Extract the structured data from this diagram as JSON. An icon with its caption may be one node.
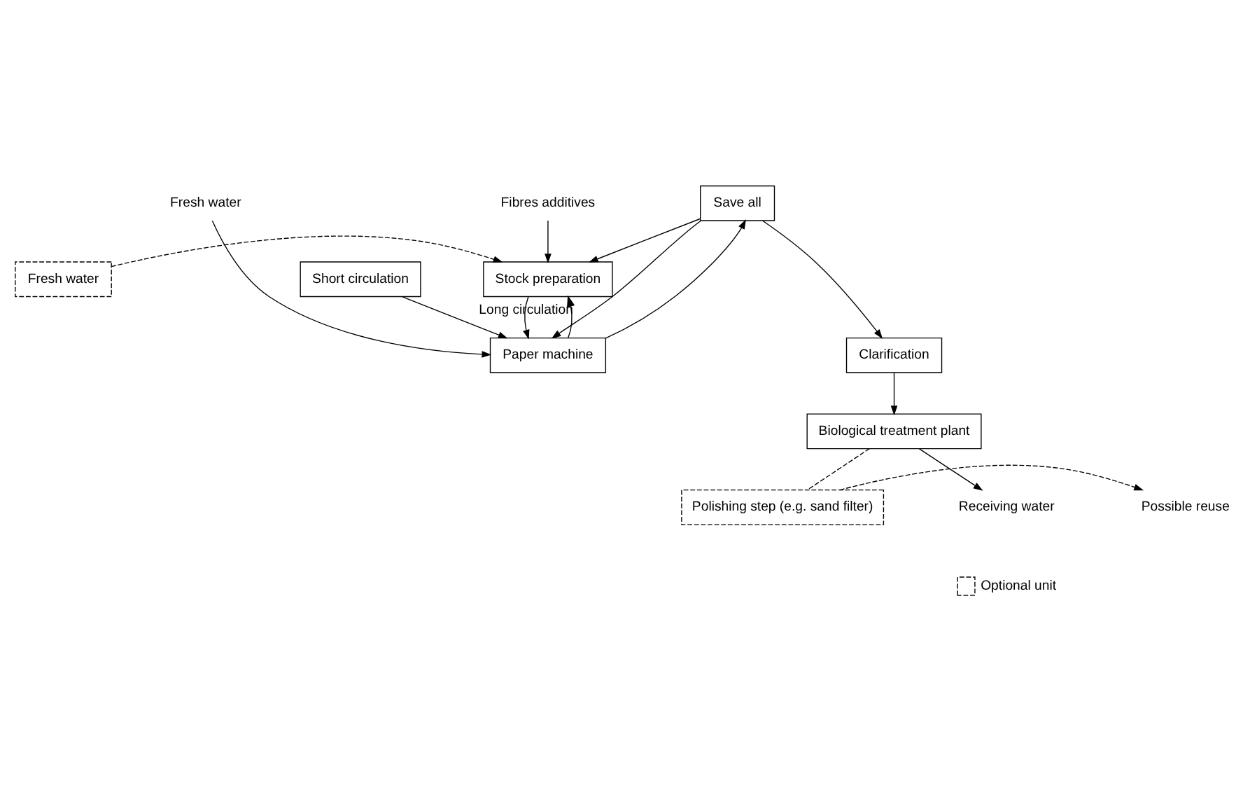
{
  "diagram": {
    "nodes": [
      {
        "text": [
          "Fibres additives"
        ]
      },
      {
        "text": [
          "Fresh water"
        ]
      },
      {
        "text": [
          "Save all"
        ]
      },
      {
        "text": [
          "Fresh water"
        ]
      },
      {
        "text": [
          "Stock preparation"
        ]
      },
      {
        "text": [
          "Paper machine"
        ]
      },
      {
        "text": [
          "Short circulation"
        ]
      },
      {
        "text": [
          "Clarification"
        ]
      },
      {
        "text": [
          "Biological treatment plant"
        ]
      },
      {
        "text": [
          "Polishing step (e.g. sand filter)"
        ]
      },
      {
        "text": [
          "Possible reuse"
        ]
      },
      {
        "text": [
          "Receiving water"
        ]
      }
    ],
    "edges": [
      {
        "from": 0,
        "to": 4,
        "arrow": "to"
      },
      {
        "from": 2,
        "to": 4,
        "arrow": "to"
      },
      {
        "from": 2,
        "to": 5,
        "arrow": "to"
      },
      {
        "from": 1,
        "to": 5,
        "arrow": "to"
      },
      {
        "from": 3,
        "to": 4,
        "arrow": "to",
        "style": "dashed"
      },
      {
        "from": 4,
        "to": 5,
        "arrow": "to"
      },
      {
        "from": 6,
        "to": 5,
        "arrow": "to"
      },
      {
        "from": 5,
        "to": 4,
        "arrow": "to",
        "label": "Long circulation"
      },
      {
        "from": 5,
        "to": 2,
        "arrow": "to"
      },
      {
        "from": 2,
        "to": 7,
        "arrow": "to"
      },
      {
        "from": 7,
        "to": 8,
        "arrow": "to"
      },
      {
        "from": 8,
        "to": 9,
        "arrow": "none",
        "style": "dashed"
      },
      {
        "from": 9,
        "to": 10,
        "arrow": "to",
        "style": "dashed"
      },
      {
        "from": 8,
        "to": 11,
        "arrow": "to"
      }
    ],
    "legend": [
      {
        "text": "Optional unit"
      }
    ]
  }
}
